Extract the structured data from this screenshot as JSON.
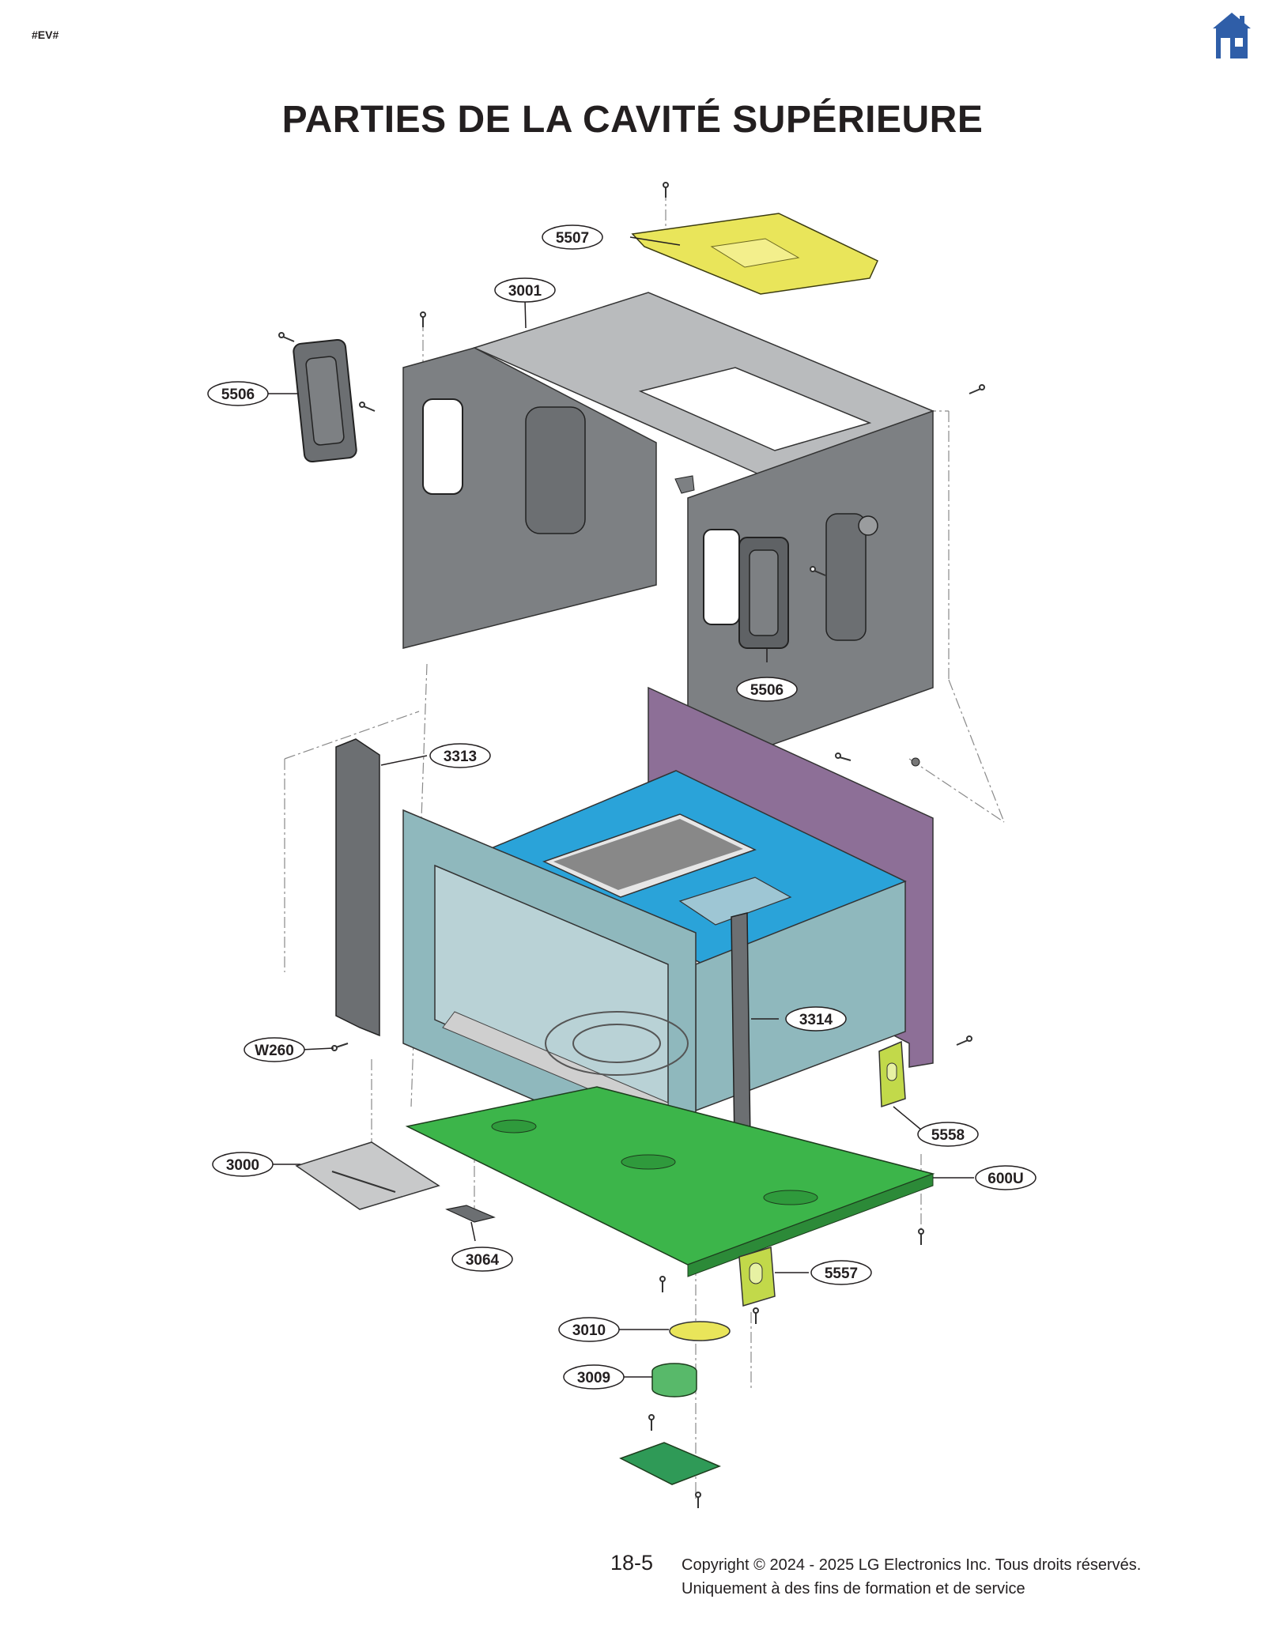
{
  "header": {
    "tag": "#EV#",
    "home_icon": "home-icon"
  },
  "title": "PARTIES DE LA CAVITÉ SUPÉRIEURE",
  "callouts": {
    "p5507": "5507",
    "p3001": "3001",
    "p5506a": "5506",
    "p5506b": "5506",
    "p3313": "3313",
    "p3314": "3314",
    "pW260": "W260",
    "p5558": "5558",
    "p3000": "3000",
    "p600U": "600U",
    "p3064": "3064",
    "p5557": "5557",
    "p3010": "3010",
    "p3009": "3009"
  },
  "colors": {
    "cover_yellow": "#e9e55a",
    "panel_gray": "#7d8083",
    "cavity_blue": "#2aa3d9",
    "cavity_teal": "#8fb8bd",
    "side_purple": "#8d6f97",
    "base_green": "#3cb54a",
    "bracket_lime": "#c2d94a",
    "motor_green": "#58b96a",
    "cover_darkgreen": "#2f9a57",
    "home_blue": "#2f5ea8"
  },
  "footer": {
    "page": "18-5",
    "copyright": "Copyright © 2024 - 2025 LG Electronics Inc. Tous droits réservés.",
    "notice": "Uniquement à des fins de formation et de service"
  }
}
